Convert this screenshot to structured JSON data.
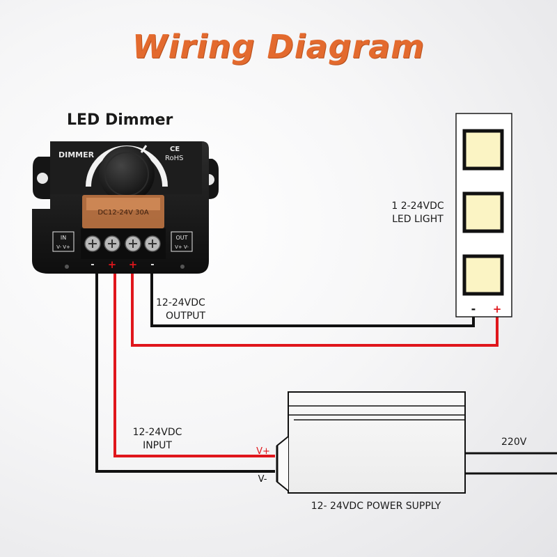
{
  "title": "Wiring Diagram",
  "dimmer": {
    "heading": "LED Dimmer",
    "brand": "DIMMER",
    "ce": "CE",
    "rohs": "RoHS",
    "rating": "DC12-24V  30A",
    "in_label": "IN",
    "in_pins": "V- V+",
    "out_label": "OUT",
    "out_pins": "V+ V-",
    "terminal_marks": [
      "-",
      "+",
      "+",
      "-"
    ]
  },
  "output_label": [
    "12-24VDC",
    "OUTPUT"
  ],
  "input_label": [
    "12-24VDC",
    "INPUT"
  ],
  "led": {
    "label": [
      "1 2-24VDC",
      "LED LIGHT"
    ],
    "minus": "-",
    "plus": "+"
  },
  "power_supply": {
    "label": "12- 24VDC POWER SUPPLY",
    "vplus": "V+",
    "vminus": "V-",
    "mains": "220V"
  },
  "colors": {
    "title": "#e36a2e",
    "wire_red": "#e0161c",
    "wire_black": "#111111",
    "led_chip": "#fbf4c4"
  }
}
